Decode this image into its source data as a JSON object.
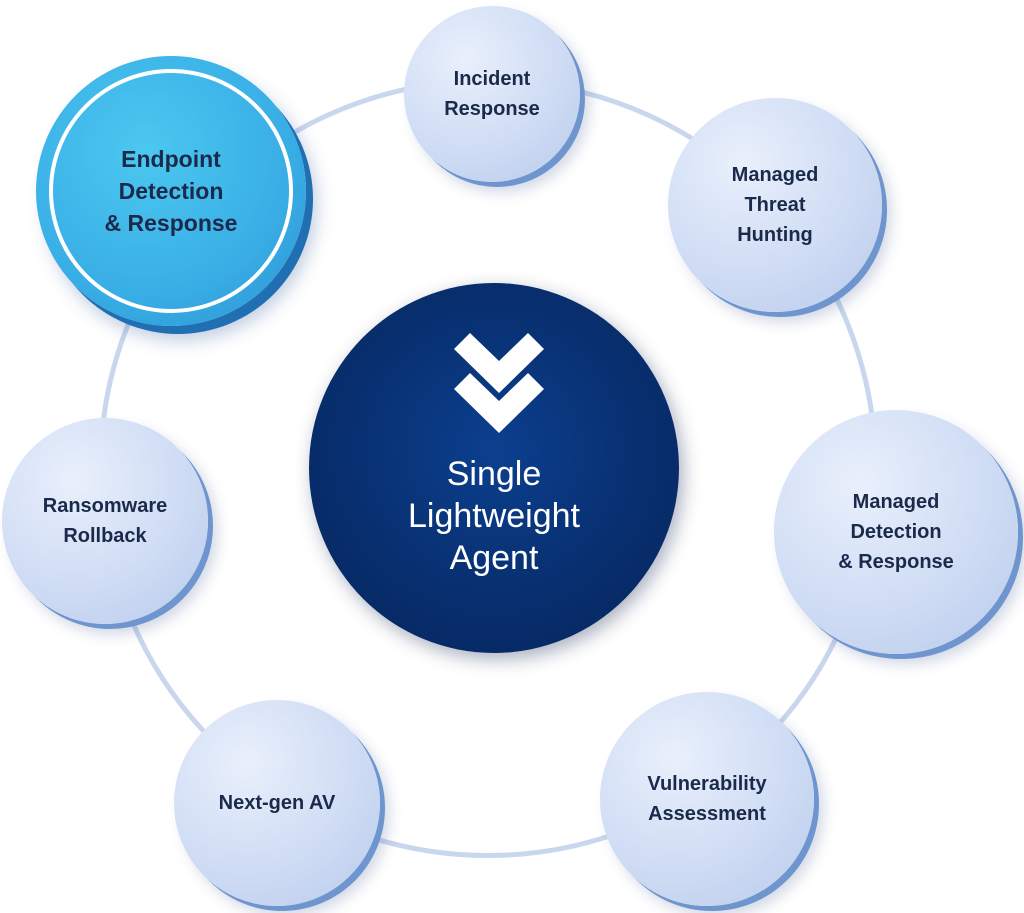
{
  "hub": {
    "label": "Single\nLightweight\nAgent",
    "logo_icon": "double-chevron-down-icon"
  },
  "nodes": {
    "incident_response": "Incident\nResponse",
    "managed_threat_hunting": "Managed\nThreat\nHunting",
    "managed_detection_response": "Managed\nDetection\n& Response",
    "vulnerability_assessment": "Vulnerability\nAssessment",
    "next_gen_av": "Next-gen AV",
    "ransomware_rollback": "Ransomware\nRollback",
    "endpoint_detection_response": "Endpoint\nDetection\n& Response"
  },
  "highlighted_node": "endpoint_detection_response",
  "colors": {
    "hub": "#082f6f",
    "featured_node": "#39aee6",
    "node": "#cfdcf4",
    "ring": "#c9d7ee",
    "node_text": "#1b2a4a"
  }
}
